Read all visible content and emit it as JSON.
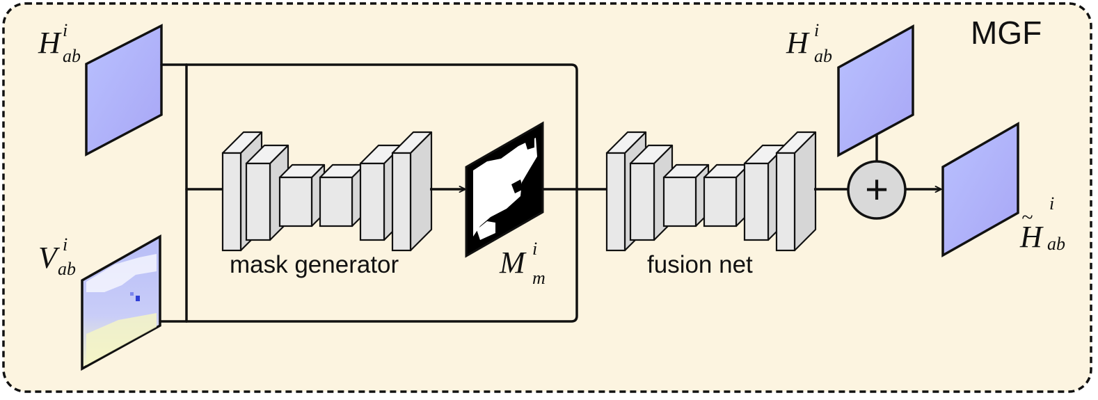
{
  "title": "MGF",
  "inputs": {
    "h_label": {
      "base": "H",
      "sup": "i",
      "sub": "ab"
    },
    "v_label": {
      "base": "V",
      "sup": "i",
      "sub": "ab"
    }
  },
  "mask_generator": {
    "label": "mask generator"
  },
  "mask": {
    "base": "M",
    "sup": "i",
    "sub": "m"
  },
  "fusion_net": {
    "label": "fusion net"
  },
  "residual_input": {
    "base": "H",
    "sup": "i",
    "sub": "ab"
  },
  "add_symbol": "+",
  "output": {
    "base": "H",
    "accent": "~",
    "sup": "i",
    "sub": "ab"
  },
  "colors": {
    "background": "#fcf4e0",
    "feature_fill_top": "#a7b3ff",
    "feature_fill_bottom": "#c7c2f7",
    "block_face": "#e8e8e8",
    "block_side": "#d9d9d9",
    "stroke": "#111111",
    "add_circle": "#d9d9d9"
  }
}
